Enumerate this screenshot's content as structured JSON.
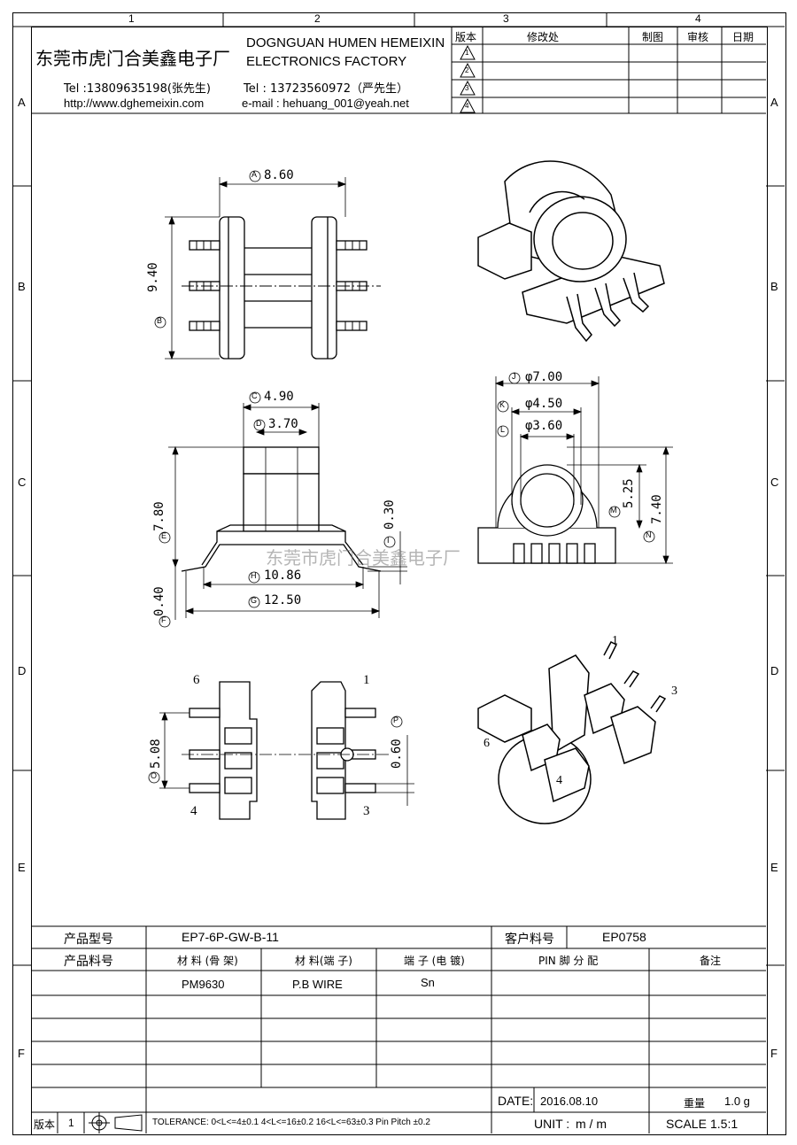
{
  "grid": {
    "columns": [
      "1",
      "2",
      "3",
      "4"
    ],
    "rows": [
      "A",
      "B",
      "C",
      "D",
      "E",
      "F"
    ]
  },
  "header": {
    "company_cn": "东莞市虎门合美鑫电子厂",
    "company_en_line1": "DOGNGUAN HUMEN HEMEIXIN",
    "company_en_line2": "ELECTRONICS FACTORY",
    "tel1": "Tel :13809635198(张先生)",
    "website": "http://www.dghemeixin.com",
    "tel2": "Tel : 13723560972（严先生）",
    "email": "e-mail : hehuang_001@yeah.net"
  },
  "revision_table": {
    "headers": [
      "版本",
      "修改处",
      "制图",
      "审核",
      "日期"
    ],
    "revisions": [
      "1",
      "2",
      "3",
      "4"
    ]
  },
  "dimensions": {
    "A": "8.60",
    "B": "9.40",
    "C": "4.90",
    "D": "3.70",
    "E": "7.80",
    "F": "0.40",
    "G": "12.50",
    "H": "10.86",
    "I": "0.30",
    "J": "φ7.00",
    "K": "φ4.50",
    "L": "φ3.60",
    "M": "5.25",
    "N": "7.40",
    "O": "5.08",
    "P": "0.60"
  },
  "pin_labels": [
    "1",
    "3",
    "4",
    "6"
  ],
  "watermark": "东莞市虎门合美鑫电子厂",
  "info_table": {
    "product_model_label": "产品型号",
    "product_model": "EP7-6P-GW-B-11",
    "customer_part_label": "客户料号",
    "customer_part": "EP0758",
    "product_part_label": "产品料号",
    "material_bobbin_label": "材 料 (骨 架)",
    "material_pin_label": "材 料(端 子)",
    "terminal_plating_label": "端 子 (电 镀)",
    "pin_assignment_label": "PIN 脚 分 配",
    "remarks_label": "备注",
    "material_bobbin": "PM9630",
    "material_pin": "P.B WIRE",
    "terminal_plating": "Sn",
    "date_label": "DATE:",
    "date": "2016.08.10",
    "weight_label": "重量",
    "weight": "1.0 g",
    "unit_label": "UNIT :",
    "unit": "m / m",
    "scale_label": "SCALE",
    "scale": "1.5:1",
    "version_label": "版本",
    "version": "1",
    "tolerance": "TOLERANCE:  0<L<=4±0.1  4<L<=16±0.2  16<L<=63±0.3  Pin Pitch  ±0.2"
  }
}
